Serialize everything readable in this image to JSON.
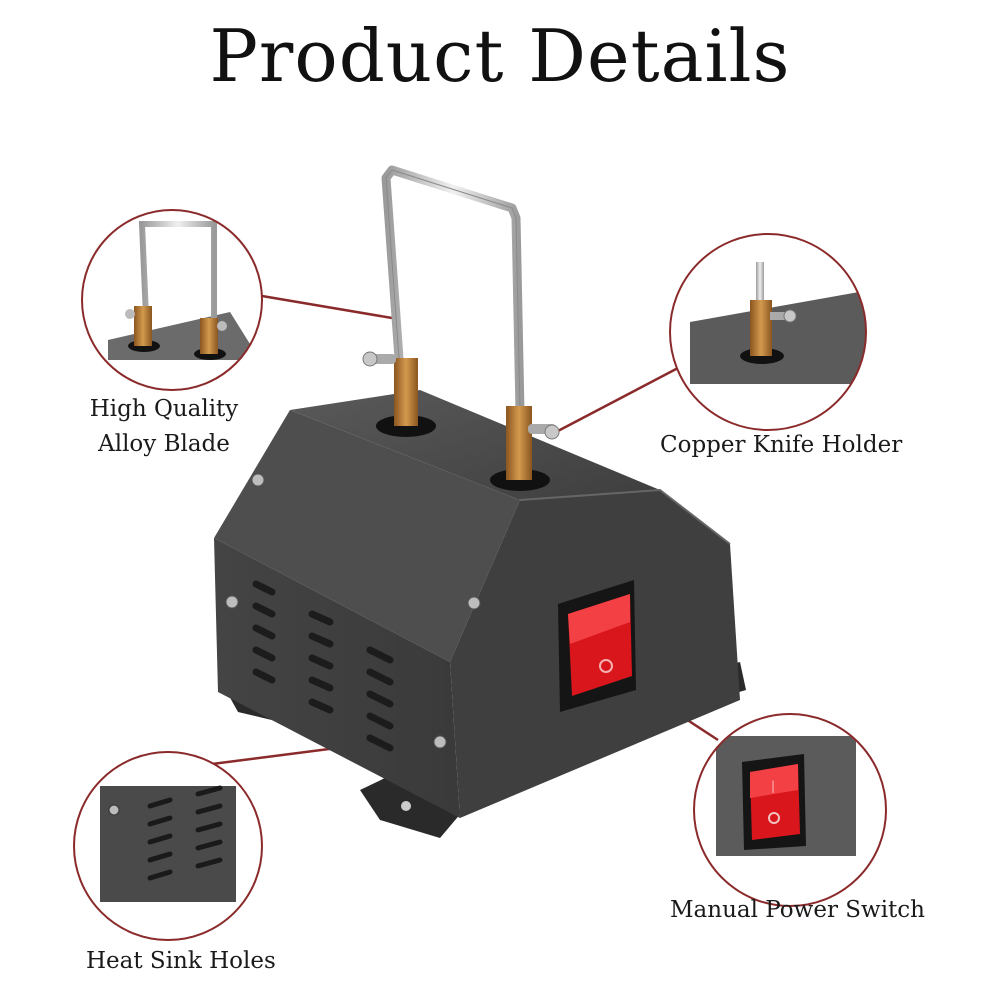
{
  "title": "Product Details",
  "callouts": {
    "blade": {
      "line1": "High Quality",
      "line2": "Alloy Blade"
    },
    "holder": "Copper Knife Holder",
    "switch": "Manual Power Switch",
    "heat_sink": "Heat Sink Holes"
  },
  "colors": {
    "accent": "#8b2a2a",
    "housing": "#4a4a4a",
    "copper": "#b8792f",
    "switch_red": "#d8161c"
  }
}
